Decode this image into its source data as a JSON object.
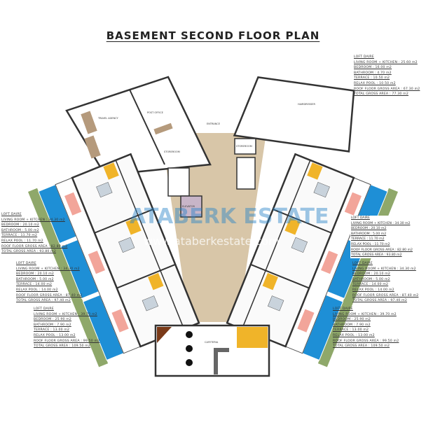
{
  "title": "BASEMENT SECOND FLOOR PLAN",
  "rooms": {
    "travel_agency": "TRAVEL AGENCY",
    "post_office": "POST OFFICE",
    "storeroom_left": "STOREROOM",
    "storeroom_right": "STOREROOM",
    "hairdresser": "HAIRDRESSER",
    "entrance": "ENTRANCE",
    "elevator": "ELEVATOR",
    "cafeteria": "CAFETERIA"
  },
  "watermark": {
    "brand": "ATABERK ESTATE",
    "url": "www.ataberkestate.com"
  },
  "units": [
    {
      "title": "LOFT DAIRE",
      "lines": [
        "LIVING ROOM + KITCHEN : 25.60 m2",
        "BEDROOM : 16.00 m2",
        "BATHROOM : 4.70 m2",
        "TERRACE : 10.50 m2",
        "RELAX POOL : 10.50 m2",
        "ROOF FLOOR GROSS AREA : 67.30 m2",
        "TOTAL GROSS AREA : 77.30 m2"
      ]
    },
    {
      "title": "LOFT DAIRE",
      "lines": [
        "LIVING ROOM + KITCHEN : 34.30 m2",
        "BEDROOM : 20.10 m2",
        "BATHROOM : 5.00 m2",
        "TERRACE : 11.70 m2",
        "RELAX POOL : 11.70 m2",
        "ROOF FLOOR GROSS AREA : 82.80 m2",
        "TOTAL GROSS AREA : 93.80 m2"
      ]
    },
    {
      "title": "LOFT DAIRE",
      "lines": [
        "LIVING ROOM + KITCHEN : 34.30 m2",
        "BEDROOM : 20.10 m2",
        "BATHROOM : 5.00 m2",
        "TERRACE : 14.00 m2",
        "RELAX POOL : 14.00 m2",
        "ROOF FLOOR GROSS AREA : 87.40 m2",
        "TOTAL GROSS AREA : 97.40 m2"
      ]
    },
    {
      "title": "LOFT DAIRE",
      "lines": [
        "LIVING ROOM + KITCHEN : 39.70 m2",
        "BEDROOM : 25.90 m2",
        "BATHROOM : 7.90 m2",
        "TERRACE : 13.00 m2",
        "RELAX POOL : 13.00 m2",
        "ROOF FLOOR GROSS AREA : 99.50 m2",
        "TOTAL GROSS AREA : 109.50 m2"
      ]
    },
    {
      "title": "LOFT DAIRE",
      "lines": [
        "LIVING ROOM + KITCHEN : 34.30 m2",
        "BEDROOM : 20.10 m2",
        "BATHROOM : 5.00 m2",
        "TERRACE : 11.70 m2",
        "RELAX POOL : 11.70 m2",
        "ROOF FLOOR GROSS AREA : 82.80 m2",
        "TOTAL GROSS AREA : 93.80 m2"
      ]
    },
    {
      "title": "LOFT DAIRE",
      "lines": [
        "LIVING ROOM + KITCHEN : 34.30 m2",
        "BEDROOM : 20.10 m2",
        "BATHROOM : 5.00 m2",
        "TERRACE : 14.00 m2",
        "RELAX POOL : 14.00 m2",
        "ROOF FLOOR GROSS AREA : 87.40 m2",
        "TOTAL GROSS AREA : 97.40 m2"
      ]
    },
    {
      "title": "LOFT DAIRE",
      "lines": [
        "LIVING ROOM + KITCHEN : 39.70 m2",
        "BEDROOM : 25.90 m2",
        "BATHROOM : 7.90 m2",
        "TERRACE : 13.00 m2",
        "RELAX POOL : 13.00 m2",
        "ROOF FLOOR GROSS AREA : 99.50 m2",
        "TOTAL GROSS AREA : 109.50 m2"
      ]
    }
  ],
  "colors": {
    "pool": "#1e8fd6",
    "terrace": "#f2a59a",
    "floor": "#d8c6a8",
    "wall": "#333333",
    "stair": "#f0b429",
    "grass": "#6f8a3c"
  }
}
